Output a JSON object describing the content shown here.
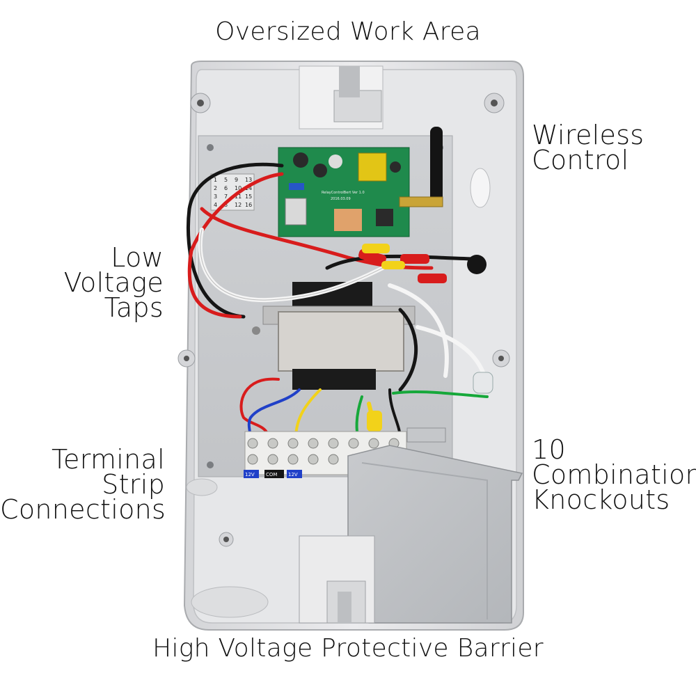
{
  "callouts": {
    "top": "Oversized Work Area",
    "wireless": [
      "Wireless",
      "Control"
    ],
    "low_voltage": [
      "Low",
      "Voltage",
      "Taps"
    ],
    "terminal": [
      "Terminal",
      "Strip",
      "Connections"
    ],
    "knockouts": [
      "10",
      "Combination",
      "Knockouts"
    ],
    "bottom": "High Voltage Protective Barrier"
  },
  "terminal_labels": [
    "12V",
    "COM",
    "12V"
  ],
  "board_text": [
    "RelayControlBert Ver 1.0",
    "2016.03.09"
  ],
  "dip_grid": [
    "1",
    "5",
    "9",
    "13",
    "2",
    "6",
    "10",
    "14",
    "3",
    "7",
    "11",
    "15",
    "4",
    "8",
    "12",
    "16"
  ],
  "colors": {
    "enclosure": "#e3e4e6",
    "backplate": "#c9cbce",
    "pcb": "#1f8a4c",
    "transformer": "#d6d3cf",
    "wire_red": "#d81c1c",
    "wire_black": "#151515",
    "wire_white": "#f5f5f5",
    "wire_yellow": "#f2d21a",
    "wire_blue": "#2040c8",
    "wire_green": "#16a83a"
  }
}
